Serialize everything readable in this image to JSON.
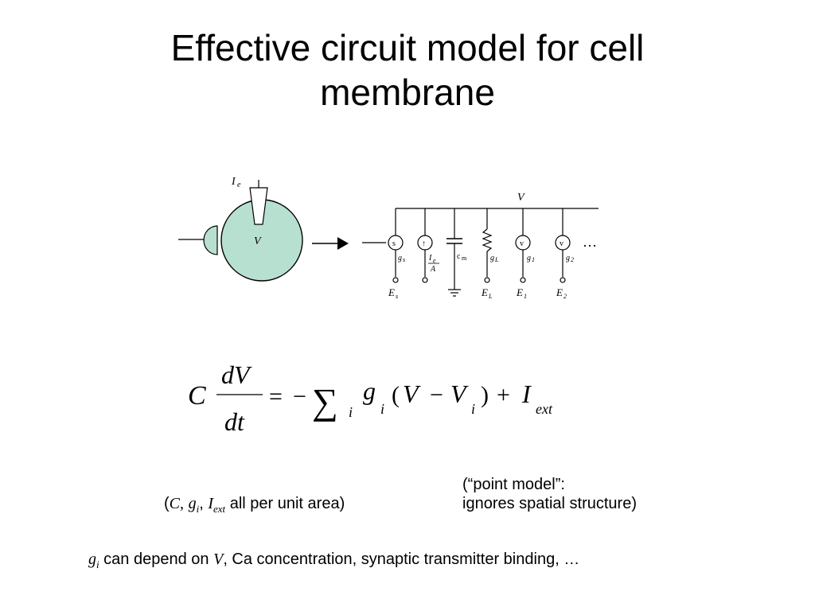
{
  "title": {
    "line1": "Effective circuit model for cell",
    "line2": "membrane"
  },
  "figure": {
    "cell_label": "V",
    "electrode_label": "I",
    "electrode_sub": "e",
    "bus_label": "V",
    "ellipsis": "…",
    "branches": [
      {
        "symbol": "s",
        "conductance": "g",
        "conductance_sub": "s",
        "reversal": "E",
        "reversal_sub": "s"
      },
      {
        "symbol": "↑",
        "current_top": "I",
        "current_top_sub": "e",
        "current_bottom": "A"
      },
      {
        "symbol": "capacitor",
        "label": "c",
        "label_sub": "m"
      },
      {
        "symbol": "resistor",
        "conductance": "g",
        "conductance_sub": "L",
        "reversal": "E",
        "reversal_sub": "L"
      },
      {
        "symbol": "v",
        "conductance": "g",
        "conductance_sub": "1",
        "reversal": "E",
        "reversal_sub": "1"
      },
      {
        "symbol": "v",
        "conductance": "g",
        "conductance_sub": "2",
        "reversal": "E",
        "reversal_sub": "2"
      }
    ]
  },
  "equation": {
    "C": "C",
    "dV": "dV",
    "dt": "dt",
    "equals": "=",
    "minus": "−",
    "sigma": "∑",
    "sum_index": "i",
    "g": "g",
    "g_sub": "i",
    "open": "(",
    "V": "V",
    "minus2": "−",
    "Vi": "V",
    "Vi_sub": "i",
    "close": ")",
    "plus": "+",
    "I": "I",
    "I_sub": "ext"
  },
  "notes": {
    "point_model_line1": "(“point model”:",
    "point_model_line2": "ignores spatial structure)",
    "units_open": "(",
    "units_C": "C,",
    "units_g": "g",
    "units_g_sub": "i",
    "units_comma": ",",
    "units_I": "I",
    "units_I_sub": "ext",
    "units_text": " all per unit area)",
    "dep_g": "g",
    "dep_g_sub": "i",
    "dep_text1": " can depend on ",
    "dep_V": "V",
    "dep_text2": ", Ca concentration, synaptic transmitter binding, …"
  }
}
